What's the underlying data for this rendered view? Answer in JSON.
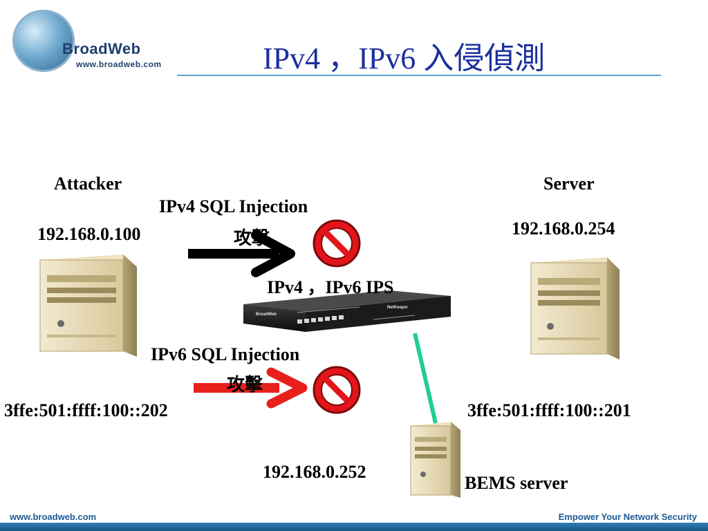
{
  "header": {
    "logo_name": "BroadWeb",
    "logo_url": "www.broadweb.com",
    "title": "IPv4 ，IPv6 入侵偵測"
  },
  "diagram": {
    "attacker": {
      "label": "Attacker",
      "ipv4": "192.168.0.100",
      "ipv6": "3ffe:501:ffff:100::202"
    },
    "server": {
      "label": "Server",
      "ipv4": "192.168.0.254",
      "ipv6": "3ffe:501:ffff:100::201"
    },
    "bems": {
      "label": "BEMS server",
      "ipv4": "192.168.0.252"
    },
    "ips": {
      "label": "IPv4 ，IPv6 IPS",
      "device_brand": "BroadWeb",
      "device_model": "NetKeeper"
    },
    "attacks": [
      {
        "line1": "IPv4 SQL Injection",
        "line2": "攻擊",
        "arrow_color": "#000000"
      },
      {
        "line1": "IPv6 SQL Injection",
        "line2": "攻擊",
        "arrow_color": "#e8201c"
      }
    ],
    "colors": {
      "block_sign": "#e3151b",
      "link_line": "#1ecf8f",
      "title": "#1c2f9e"
    }
  },
  "footer": {
    "left": "www.broadweb.com",
    "right": "Empower Your Network Security"
  }
}
